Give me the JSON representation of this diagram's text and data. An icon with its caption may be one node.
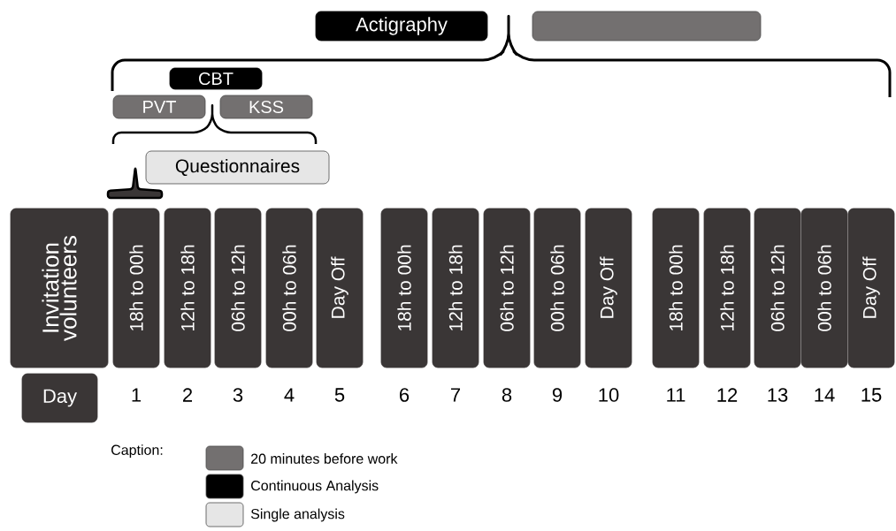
{
  "diagram": {
    "nodes": [
      {
        "text": [
          "Actigraphy"
        ]
      },
      {
        "text": [],
        "shape": "box"
      },
      {
        "text": [
          "CBT"
        ]
      },
      {
        "text": [
          "PVT"
        ]
      },
      {
        "text": [
          "KSS"
        ]
      },
      {
        "text": [
          "Questionnaires"
        ]
      },
      {
        "text": [
          "Invitation volunteers"
        ]
      },
      {
        "text": [
          "Day"
        ]
      },
      {
        "text": [
          "18h to 00h"
        ],
        "beside": [
          "1"
        ]
      },
      {
        "text": [
          "12h to 18h"
        ],
        "beside": [
          "2"
        ]
      },
      {
        "text": [
          "06h to 12h"
        ],
        "beside": [
          "3"
        ]
      },
      {
        "text": [
          "00h to 06h"
        ],
        "beside": [
          "4"
        ]
      },
      {
        "text": [
          "Day Off"
        ],
        "beside": [
          "5"
        ]
      },
      {
        "text": [
          "18h to 00h"
        ],
        "beside": [
          "6"
        ]
      },
      {
        "text": [
          "12h to 18h"
        ],
        "beside": [
          "7"
        ]
      },
      {
        "text": [
          "06h to 12h"
        ],
        "beside": [
          "8"
        ]
      },
      {
        "text": [
          "00h to 06h"
        ],
        "beside": [
          "9"
        ]
      },
      {
        "text": [
          "Day Off"
        ],
        "beside": [
          "10"
        ]
      },
      {
        "text": [
          "18h to 00h"
        ],
        "beside": [
          "11"
        ]
      },
      {
        "text": [
          "12h to 18h"
        ],
        "beside": [
          "12"
        ]
      },
      {
        "text": [
          "06h to 12h"
        ],
        "beside": [
          "13"
        ]
      },
      {
        "text": [
          "00h to 06h"
        ],
        "beside": [
          "14"
        ]
      },
      {
        "text": [
          "Day Off"
        ],
        "beside": [
          "15"
        ]
      }
    ],
    "labels": [
      "Caption:"
    ],
    "legend": [
      {
        "text": "20 minutes before work",
        "color": "#737070"
      },
      {
        "text": "Continuous Analysis",
        "color": "#000000"
      },
      {
        "text": "Single analysis",
        "color": "#e6e6e6"
      }
    ]
  }
}
